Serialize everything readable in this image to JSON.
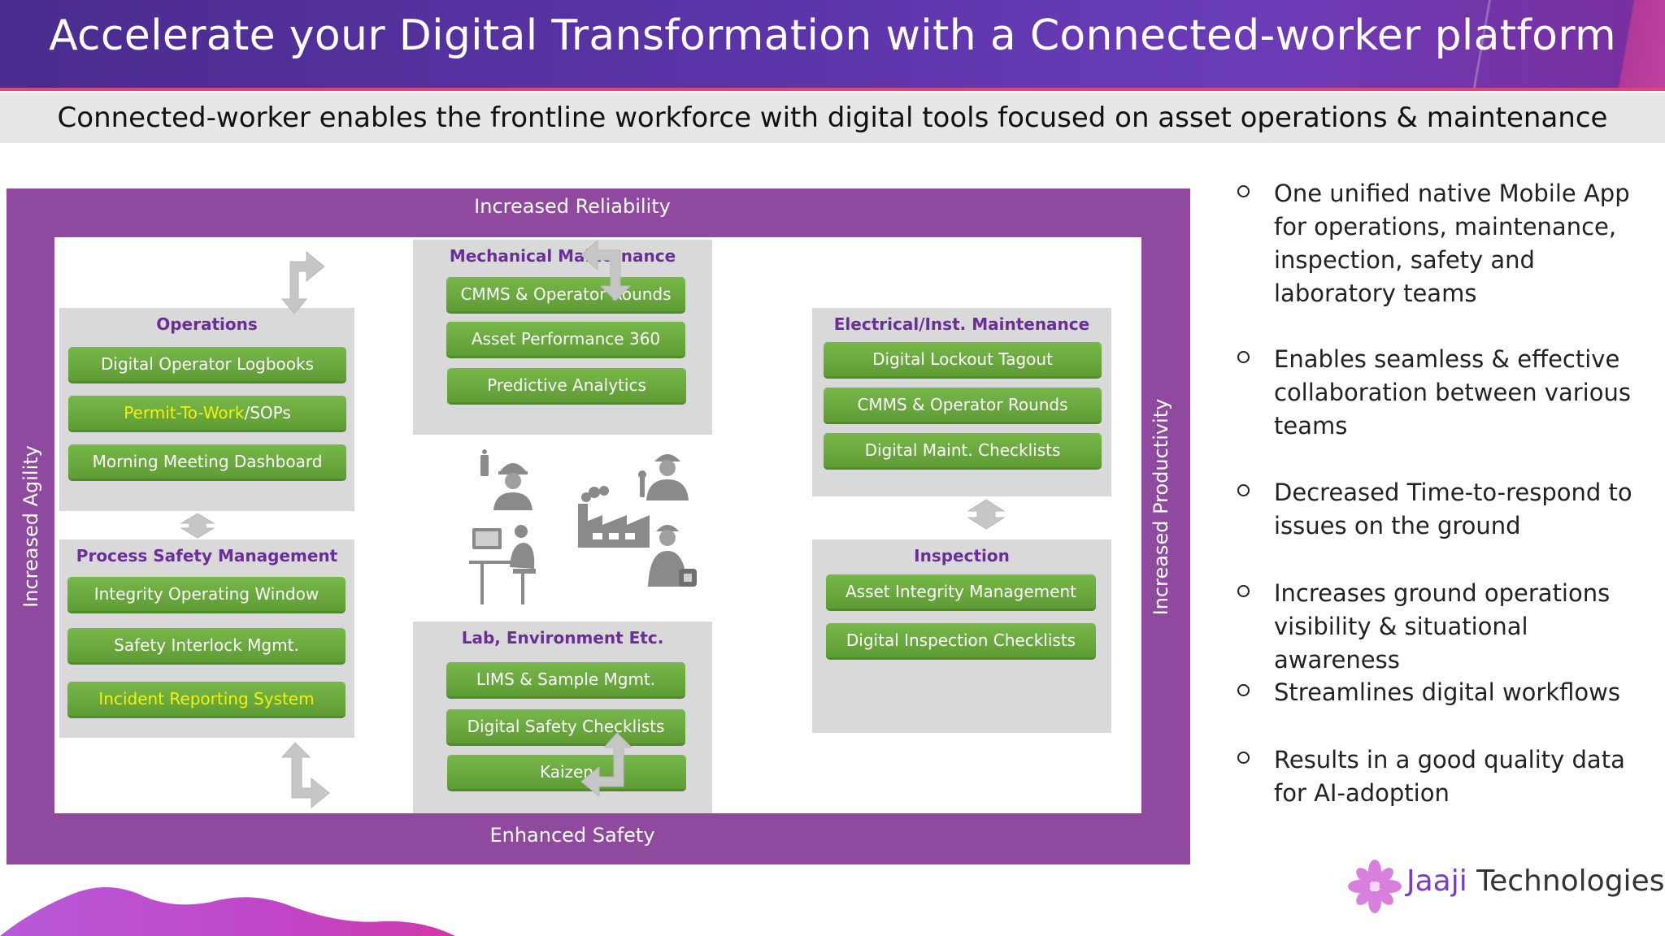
{
  "header": {
    "title": "Accelerate your Digital Transformation with a Connected-worker platform",
    "subtitle": "Connected-worker enables the frontline workforce with digital tools focused on asset operations & maintenance"
  },
  "frame": {
    "top": "Increased Reliability",
    "bottom": "Enhanced Safety",
    "left": "Increased Agility",
    "right": "Increased Productivity"
  },
  "panels": {
    "operations": {
      "title": "Operations",
      "items": [
        "Digital Operator Logbooks",
        "Permit-To-Work",
        "/SOPs",
        "Morning Meeting Dashboard"
      ]
    },
    "mechanical": {
      "title": "Mechanical Maintenance",
      "items": [
        "CMMS &  Operator Rounds",
        "Asset Performance 360",
        "Predictive Analytics"
      ]
    },
    "electrical": {
      "title": "Electrical/Inst. Maintenance",
      "items": [
        "Digital Lockout Tagout",
        "CMMS &  Operator Rounds",
        "Digital Maint. Checklists"
      ]
    },
    "process_safety": {
      "title": "Process Safety Management",
      "items": [
        "Integrity Operating Window",
        "Safety Interlock Mgmt.",
        "Incident Reporting System"
      ]
    },
    "lab": {
      "title": "Lab, Environment Etc.",
      "items": [
        "LIMS & Sample Mgmt.",
        "Digital Safety Checklists",
        "Kaizen"
      ]
    },
    "inspection": {
      "title": "Inspection",
      "items": [
        "Asset Integrity Management",
        "Digital Inspection Checklists"
      ]
    }
  },
  "bullets": [
    "One unified native Mobile App for operations, maintenance, inspection, safety and laboratory teams",
    "Enables seamless & effective collaboration between various teams",
    "Decreased Time-to-respond to issues on the ground",
    "Increases ground operations visibility & situational awareness",
    "Streamlines digital workflows",
    "Results in a good quality data for AI-adoption"
  ],
  "logo": {
    "brand": "Jaaji",
    "suffix": " Technologies"
  },
  "colors": {
    "frame": "#8f4a9f",
    "panel": "#d9d9d9",
    "pill": "#6aaa3d",
    "panel_title": "#6a2e98",
    "highlight": "#f2f20a"
  },
  "icons": [
    "arrow-icon",
    "engineer-icon",
    "mechanic-icon",
    "factory-icon",
    "operator-at-computer-icon",
    "safety-officer-icon",
    "flower-logo-icon"
  ]
}
